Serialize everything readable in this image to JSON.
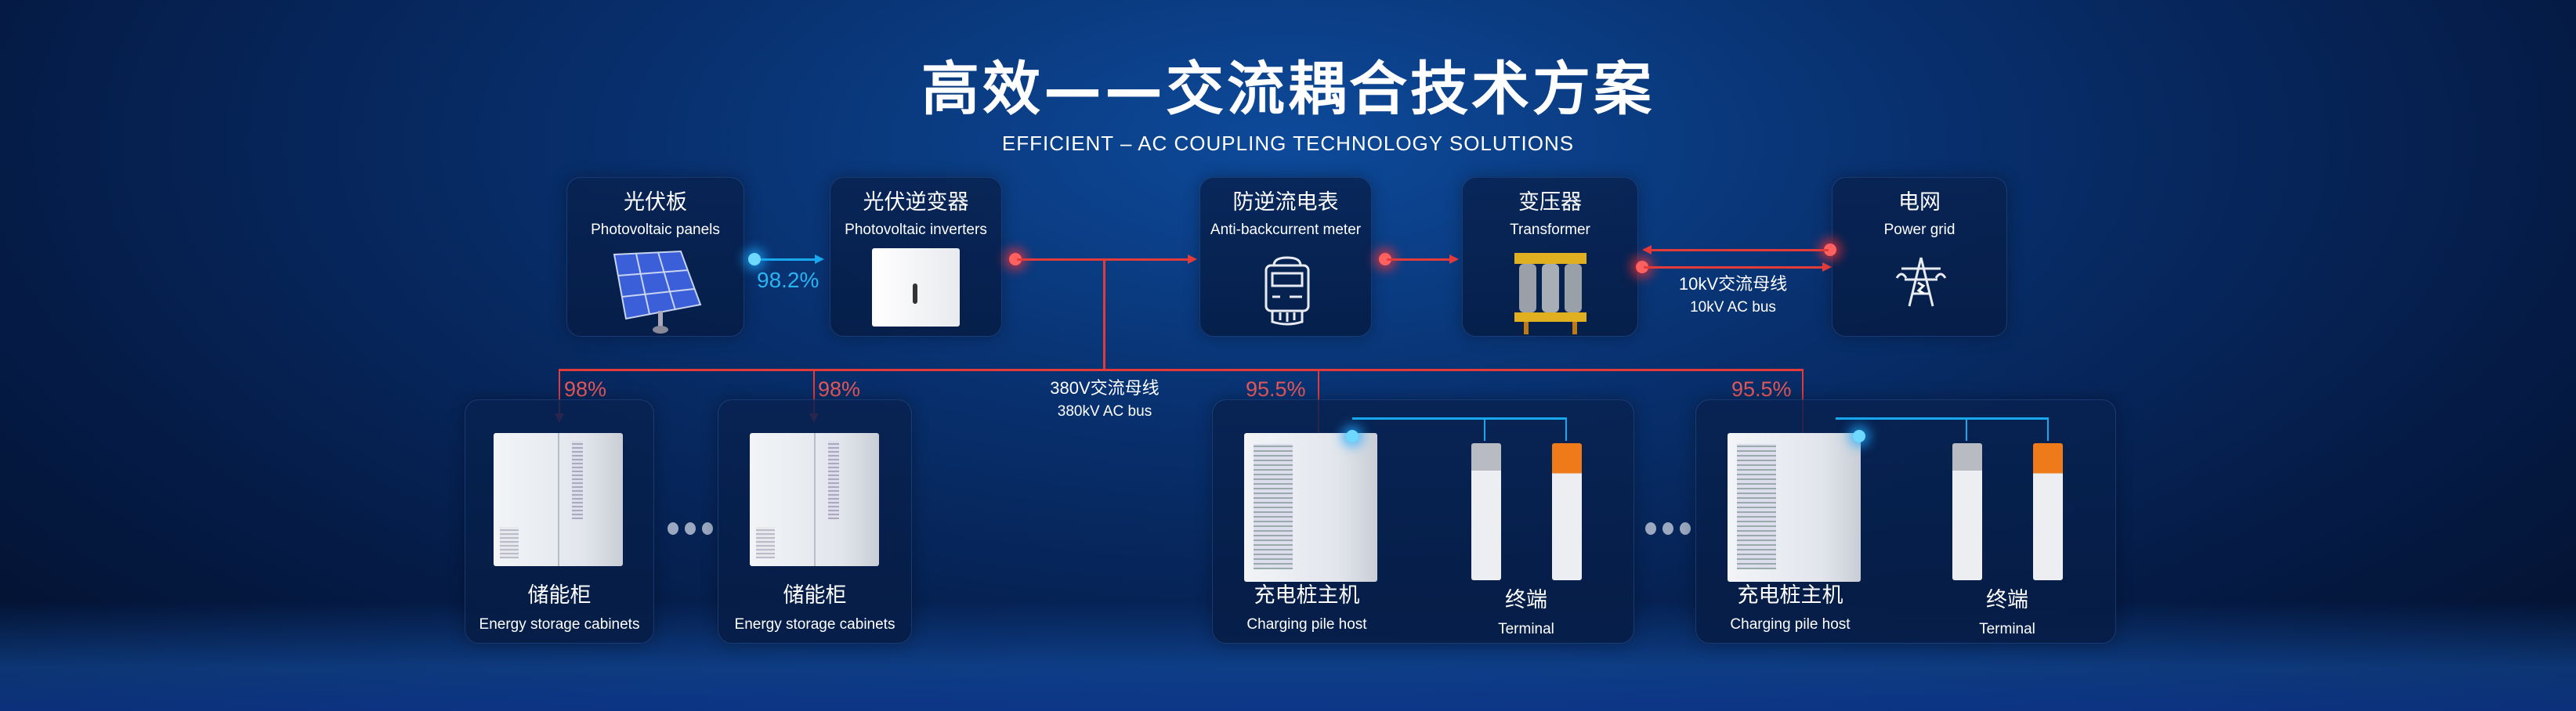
{
  "header": {
    "title": "高效——交流耦合技术方案",
    "subtitle": "EFFICIENT – AC COUPLING TECHNOLOGY SOLUTIONS"
  },
  "top_nodes": [
    {
      "zh": "光伏板",
      "en": "Photovoltaic panels",
      "icon": "solar-panel-icon"
    },
    {
      "zh": "光伏逆变器",
      "en": "Photovoltaic inverters",
      "icon": "inverter-icon"
    },
    {
      "zh": "防逆流电表",
      "en": "Anti-backcurrent meter",
      "icon": "meter-icon"
    },
    {
      "zh": "变压器",
      "en": "Transformer",
      "icon": "transformer-icon"
    },
    {
      "zh": "电网",
      "en": "Power grid",
      "icon": "power-tower-icon"
    }
  ],
  "pv_efficiency": "98.2%",
  "bus_10kv": {
    "zh": "10kV交流母线",
    "en": "10kV AC bus"
  },
  "bus_380v": {
    "zh": "380V交流母线",
    "en": "380kV AC bus"
  },
  "bottom_nodes": [
    {
      "zh": "储能柜",
      "en": "Energy storage cabinets",
      "efficiency": "98%"
    },
    {
      "zh": "储能柜",
      "en": "Energy storage cabinets",
      "efficiency": "98%"
    },
    {
      "host_zh": "充电桩主机",
      "host_en": "Charging pile host",
      "term_zh": "终端",
      "term_en": "Terminal",
      "efficiency": "95.5%"
    },
    {
      "host_zh": "充电桩主机",
      "host_en": "Charging pile host",
      "term_zh": "终端",
      "term_en": "Terminal",
      "efficiency": "95.5%"
    }
  ],
  "colors": {
    "flow_red": "#e33a3a",
    "flow_blue": "#19a8ee",
    "charger_orange": "#ee7a1a"
  }
}
